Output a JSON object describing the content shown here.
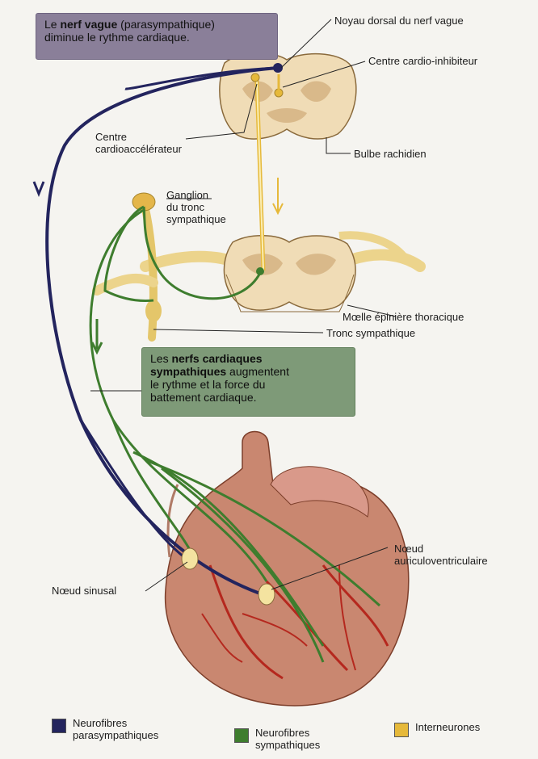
{
  "colors": {
    "parasympathetic": "#23245e",
    "sympathetic": "#3e7d2e",
    "interneurons": "#e6b93a",
    "vagus_box_bg": "#8a7f99",
    "sympathetic_box_bg": "#7e9a78",
    "heart": "#c98770",
    "vessels": "#b5281e"
  },
  "callouts": {
    "vagus_bold": "nerf vague",
    "vagus_prefix": "Le ",
    "vagus_rest_1": " (parasympathique)",
    "vagus_rest_2": "diminue le rythme cardiaque.",
    "symp_prefix": "Les ",
    "symp_bold_1": "nerfs cardiaques",
    "symp_bold_2": "sympathiques",
    "symp_rest_1": " augmentent",
    "symp_rest_2": "le rythme et la force du",
    "symp_rest_3": "battement cardiaque."
  },
  "labels": {
    "noyau_dorsal": "Noyau dorsal du nerf vague",
    "centre_inhibiteur": "Centre cardio-inhibiteur",
    "centre_accel_1": "Centre",
    "centre_accel_2": "cardioaccélérateur",
    "bulbe": "Bulbe rachidien",
    "ganglion_1": "Ganglion",
    "ganglion_2": "du tronc",
    "ganglion_3": "sympathique",
    "moelle": "Mœlle épinière thoracique",
    "tronc": "Tronc sympathique",
    "noeud_av_1": "Nœud",
    "noeud_av_2": "auriculoventriculaire",
    "noeud_sinusal": "Nœud sinusal"
  },
  "legend": {
    "para_1": "Neurofibres",
    "para_2": "parasympathiques",
    "symp_1": "Neurofibres",
    "symp_2": "sympathiques",
    "inter": "Interneurones"
  }
}
